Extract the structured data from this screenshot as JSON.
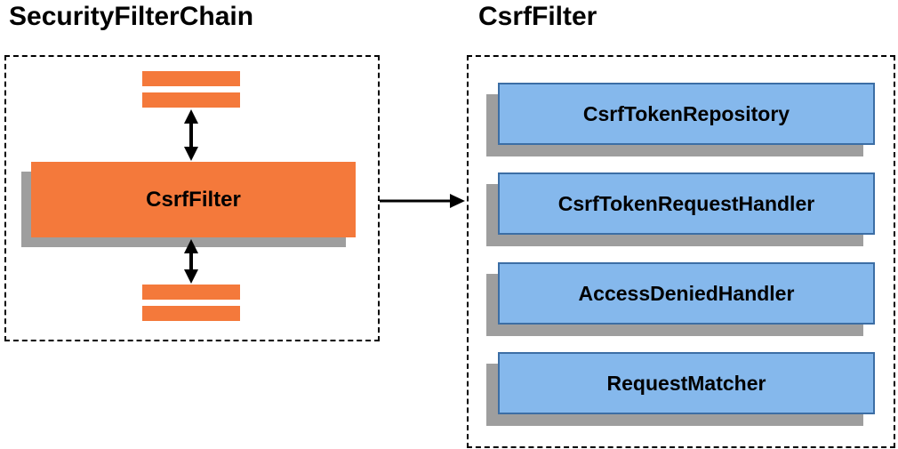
{
  "left_panel": {
    "title": "SecurityFilterChain",
    "filter_label": "CsrfFilter"
  },
  "right_panel": {
    "title": "CsrfFilter",
    "components": [
      {
        "label": "CsrfTokenRepository"
      },
      {
        "label": "CsrfTokenRequestHandler"
      },
      {
        "label": "AccessDeniedHandler"
      },
      {
        "label": "RequestMatcher"
      }
    ]
  },
  "colors": {
    "filter_orange": "#f4793b",
    "component_blue": "#85b8ec",
    "component_border": "#3c6ea5",
    "shadow_gray": "#9e9e9e",
    "line_black": "#000000"
  }
}
